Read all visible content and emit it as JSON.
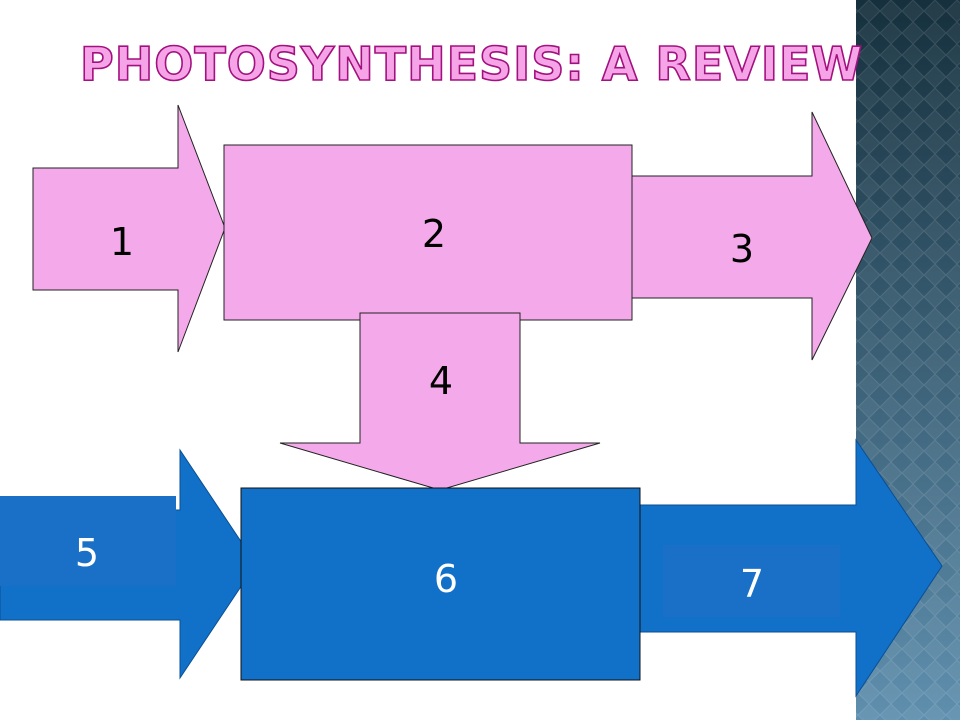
{
  "title": "Photosynthesis: A Review",
  "colors": {
    "pink": "#f4aaea",
    "blue": "#1170c8",
    "blue_label_box": "#1a6fc7",
    "sidebar_dark": "#1a3a4a",
    "sidebar_light": "#5f8fae"
  },
  "labels": {
    "n1": "1",
    "n2": "2",
    "n3": "3",
    "n4": "4",
    "n5": "5",
    "n6": "6",
    "n7": "7"
  }
}
